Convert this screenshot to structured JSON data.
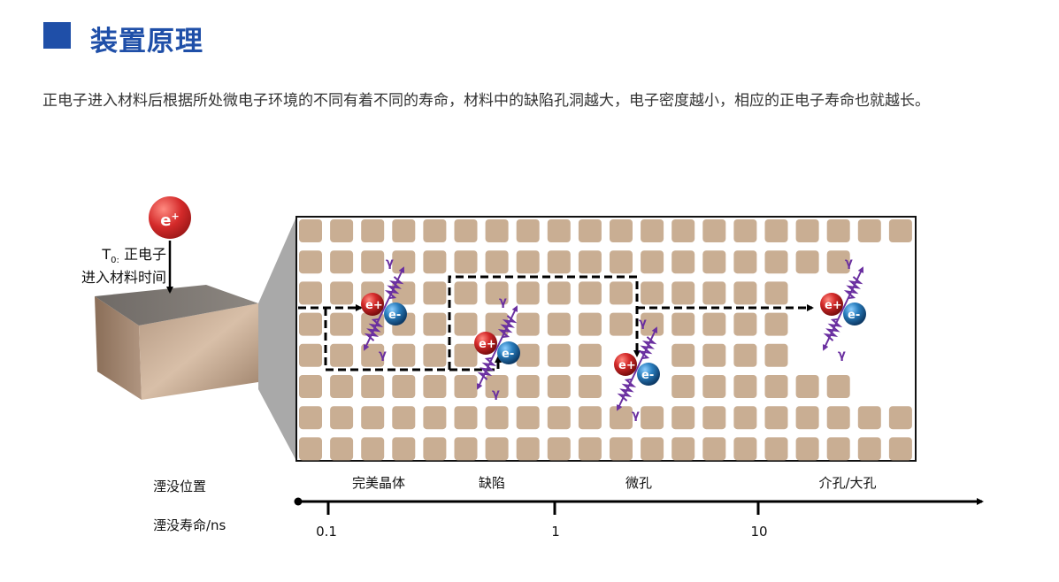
{
  "header": {
    "title": "装置原理",
    "accent_color": "#1f4fa8"
  },
  "description": "正电子进入材料后根据所处微电子环境的不同有着不同的寿命，材料中的缺陷孔洞越大，电子密度越小，相应的正电子寿命也就越长。",
  "diagram": {
    "entry_label_line1": "T",
    "entry_label_sub": "0:",
    "entry_label_line1_rest": " 正电子",
    "entry_label_line2": "进入材料时间",
    "positron_symbol": "e",
    "positron_sup": "+",
    "electron_symbol": "e",
    "electron_sup": "-",
    "gamma_symbol": "γ",
    "colors": {
      "lattice": "#c9ae93",
      "positron": "#d42a2a",
      "electron": "#2a7fbf",
      "gamma": "#6a2fa0"
    }
  },
  "axis": {
    "row1_label": "湮没位置",
    "row2_label": "湮没寿命/ns",
    "sites": [
      "完美晶体",
      "缺陷",
      "微孔",
      "介孔/大孔"
    ],
    "ticks": [
      "0.1",
      "1",
      "10"
    ]
  }
}
